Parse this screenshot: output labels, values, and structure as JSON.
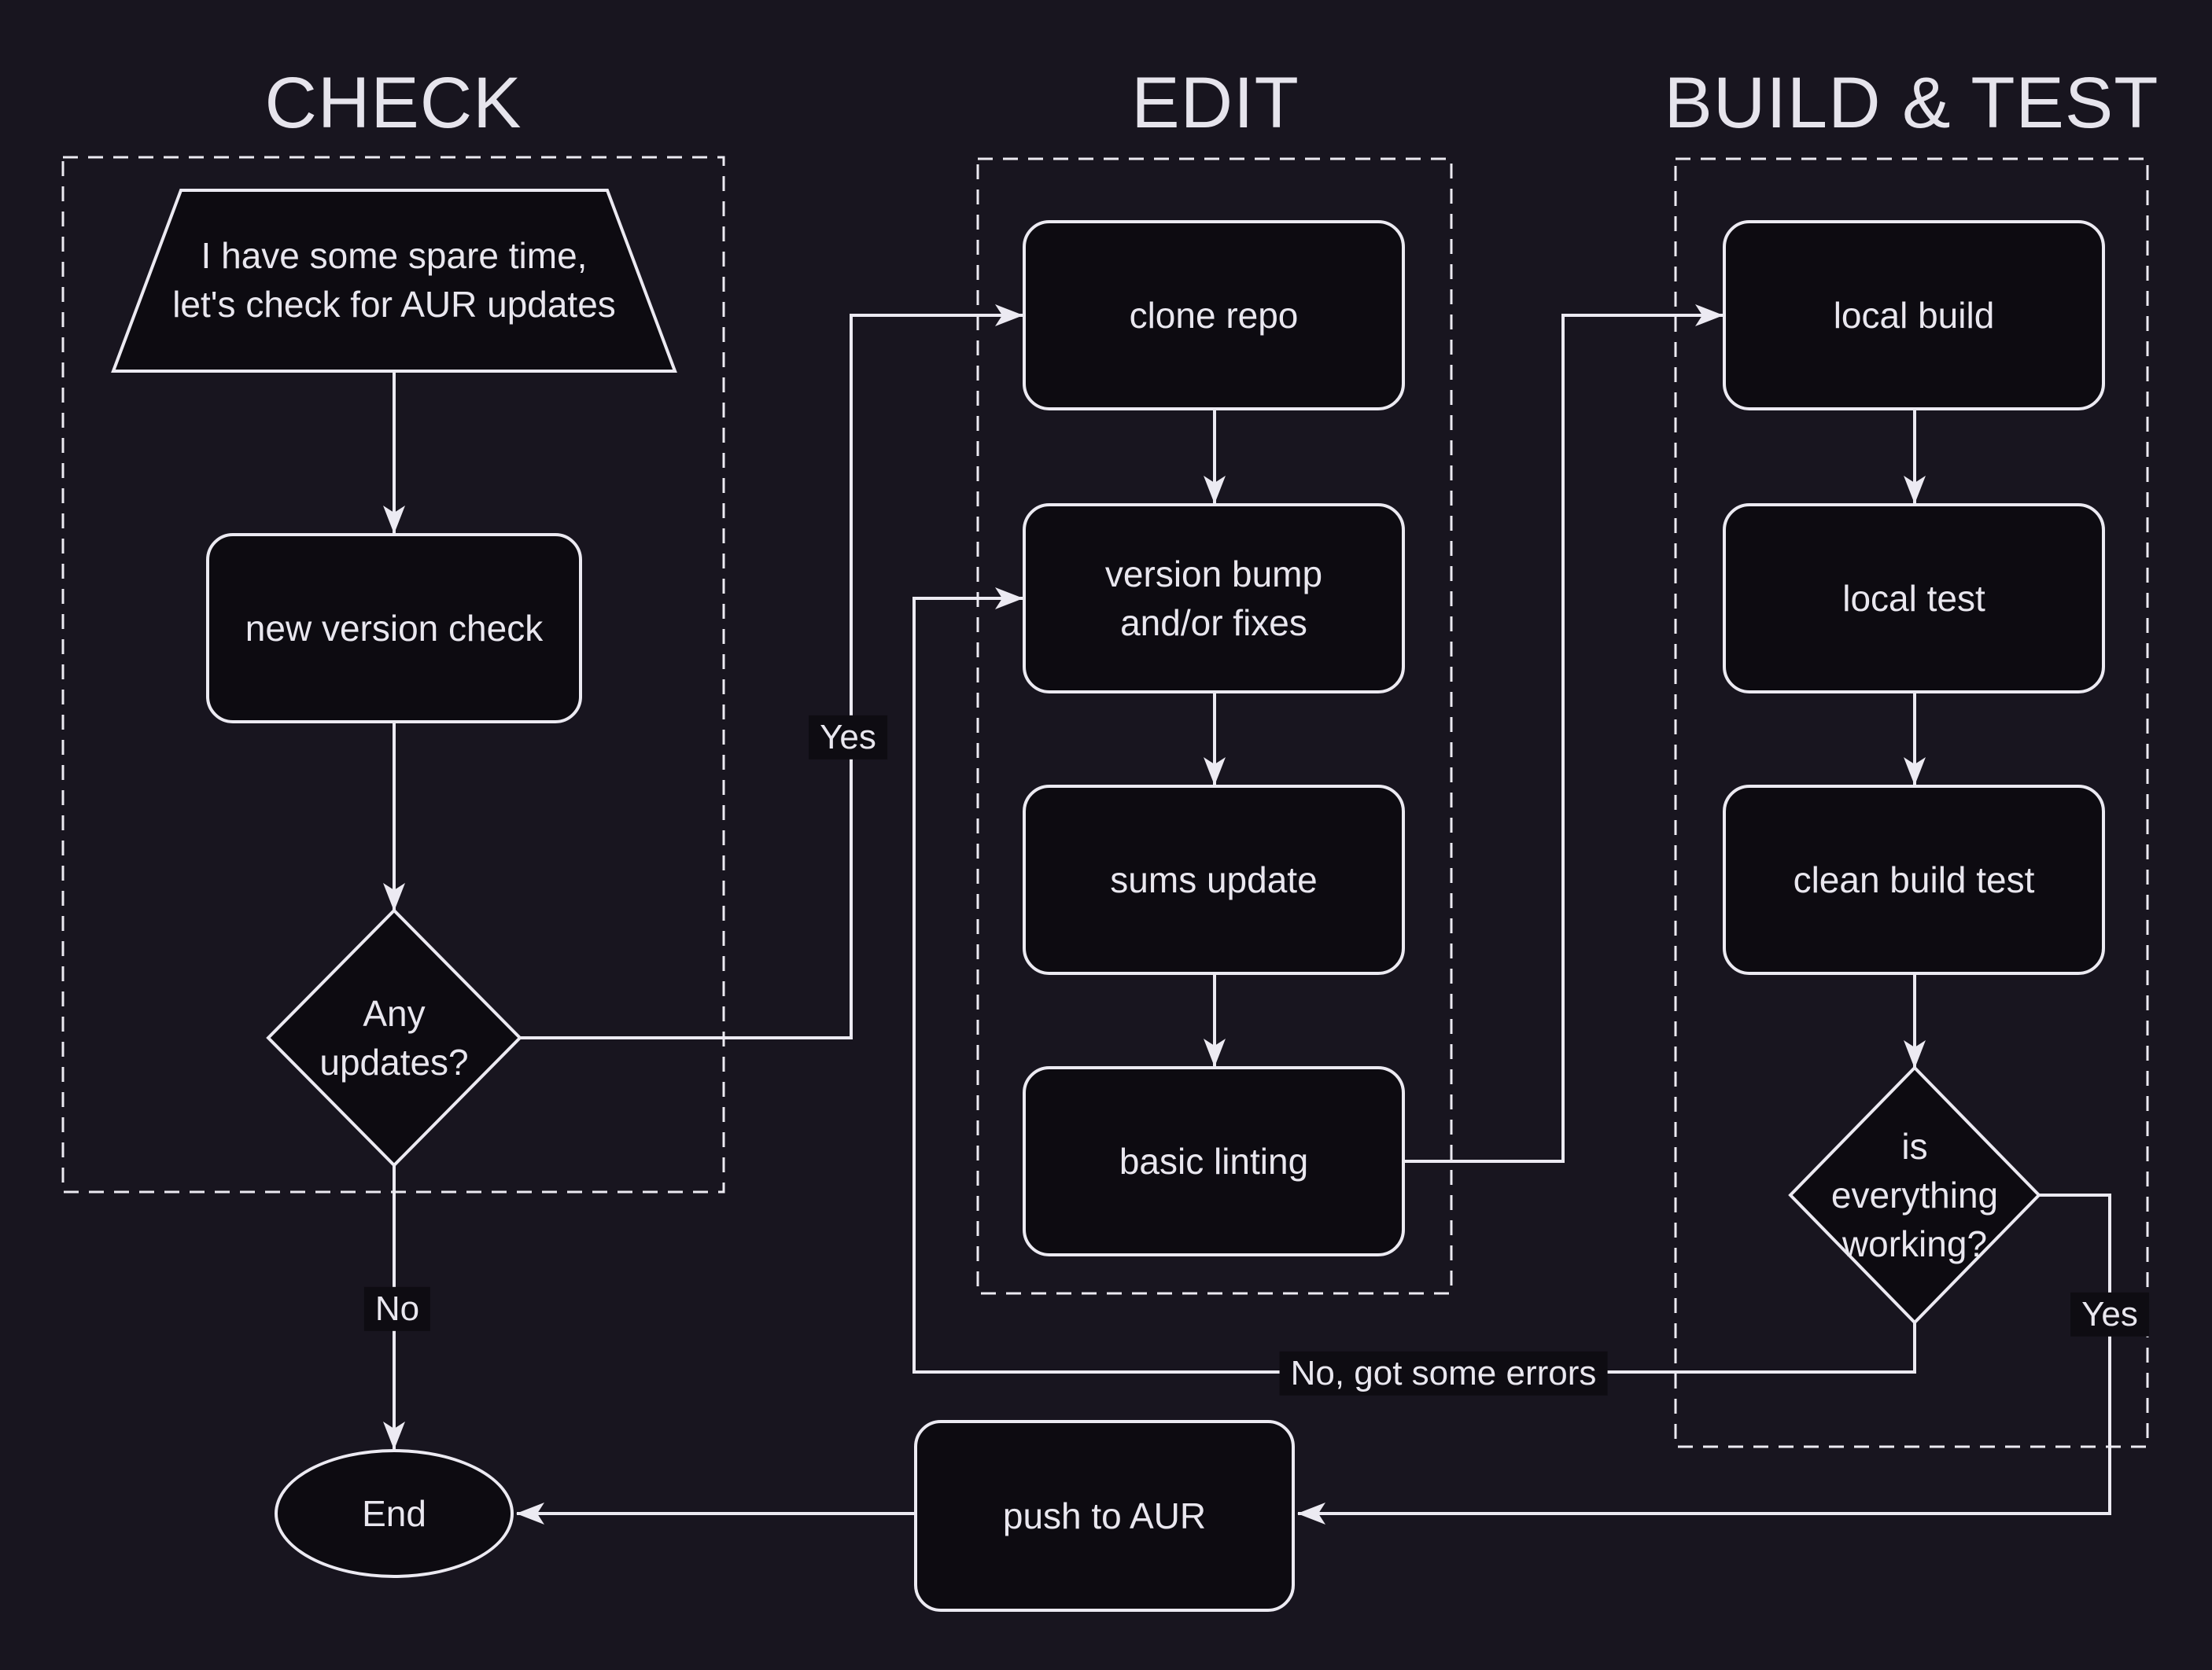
{
  "colors": {
    "background": "#18151f",
    "node_fill": "#0d0b11",
    "line": "#eceaf2",
    "text": "#e9e7ef"
  },
  "sections": {
    "check": {
      "title": "CHECK"
    },
    "edit": {
      "title": "EDIT"
    },
    "build_test": {
      "title": "BUILD & TEST"
    }
  },
  "nodes": {
    "start": {
      "shape": "trapezoid",
      "label": "I have some spare time,\nlet's check for AUR updates"
    },
    "new_version_check": {
      "shape": "rounded-rect",
      "label": "new version check"
    },
    "any_updates": {
      "shape": "diamond",
      "label": "Any\nupdates?"
    },
    "clone_repo": {
      "shape": "rounded-rect",
      "label": "clone repo"
    },
    "version_bump": {
      "shape": "rounded-rect",
      "label": "version bump\nand/or fixes"
    },
    "sums_update": {
      "shape": "rounded-rect",
      "label": "sums update"
    },
    "basic_linting": {
      "shape": "rounded-rect",
      "label": "basic linting"
    },
    "local_build": {
      "shape": "rounded-rect",
      "label": "local build"
    },
    "local_test": {
      "shape": "rounded-rect",
      "label": "local test"
    },
    "clean_build_test": {
      "shape": "rounded-rect",
      "label": "clean build test"
    },
    "is_everything_working": {
      "shape": "diamond",
      "label": "is\neverything\nworking?"
    },
    "push_to_aur": {
      "shape": "rounded-rect",
      "label": "push to AUR"
    },
    "end": {
      "shape": "ellipse",
      "label": "End"
    }
  },
  "edge_labels": {
    "any_updates_yes": {
      "label": "Yes"
    },
    "any_updates_no": {
      "label": "No"
    },
    "working_no": {
      "label": "No, got some errors"
    },
    "working_yes": {
      "label": "Yes"
    }
  }
}
